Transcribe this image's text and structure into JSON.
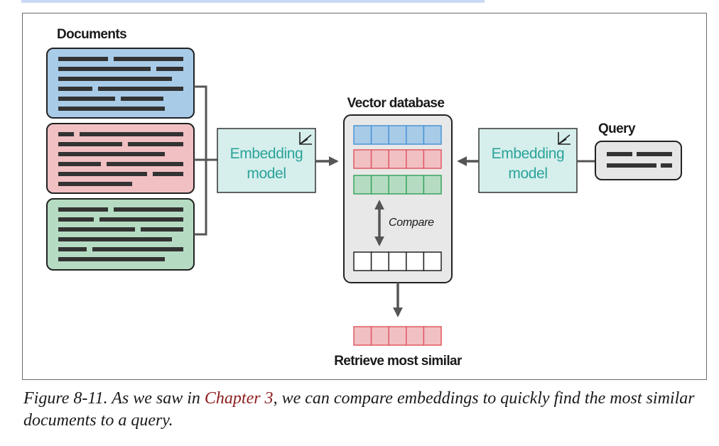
{
  "labels": {
    "documents": "Documents",
    "vector_database": "Vector database",
    "query": "Query",
    "compare": "Compare",
    "retrieve": "Retrieve most similar"
  },
  "embedding_model_left": {
    "line1": "Embedding",
    "line2": "model"
  },
  "embedding_model_right": {
    "line1": "Embedding",
    "line2": "model"
  },
  "caption": {
    "prefix": "Figure 8-11. As we saw in ",
    "link": "Chapter 3",
    "suffix": ", we can compare embeddings to quickly find the most similar documents to a query."
  },
  "colors": {
    "doc_blue_fill": "#a8cbe8",
    "doc_blue_cell": "#4b94d6",
    "doc_red_fill": "#f1c0c3",
    "doc_red_cell": "#e05a63",
    "doc_green_fill": "#b5dcc2",
    "doc_green_cell": "#3aa55f",
    "model_fill": "#d6efec",
    "model_text": "#2ba39a",
    "db_fill": "#e8e8e8",
    "text_bar": "#333333",
    "link": "#8b1c1c"
  }
}
